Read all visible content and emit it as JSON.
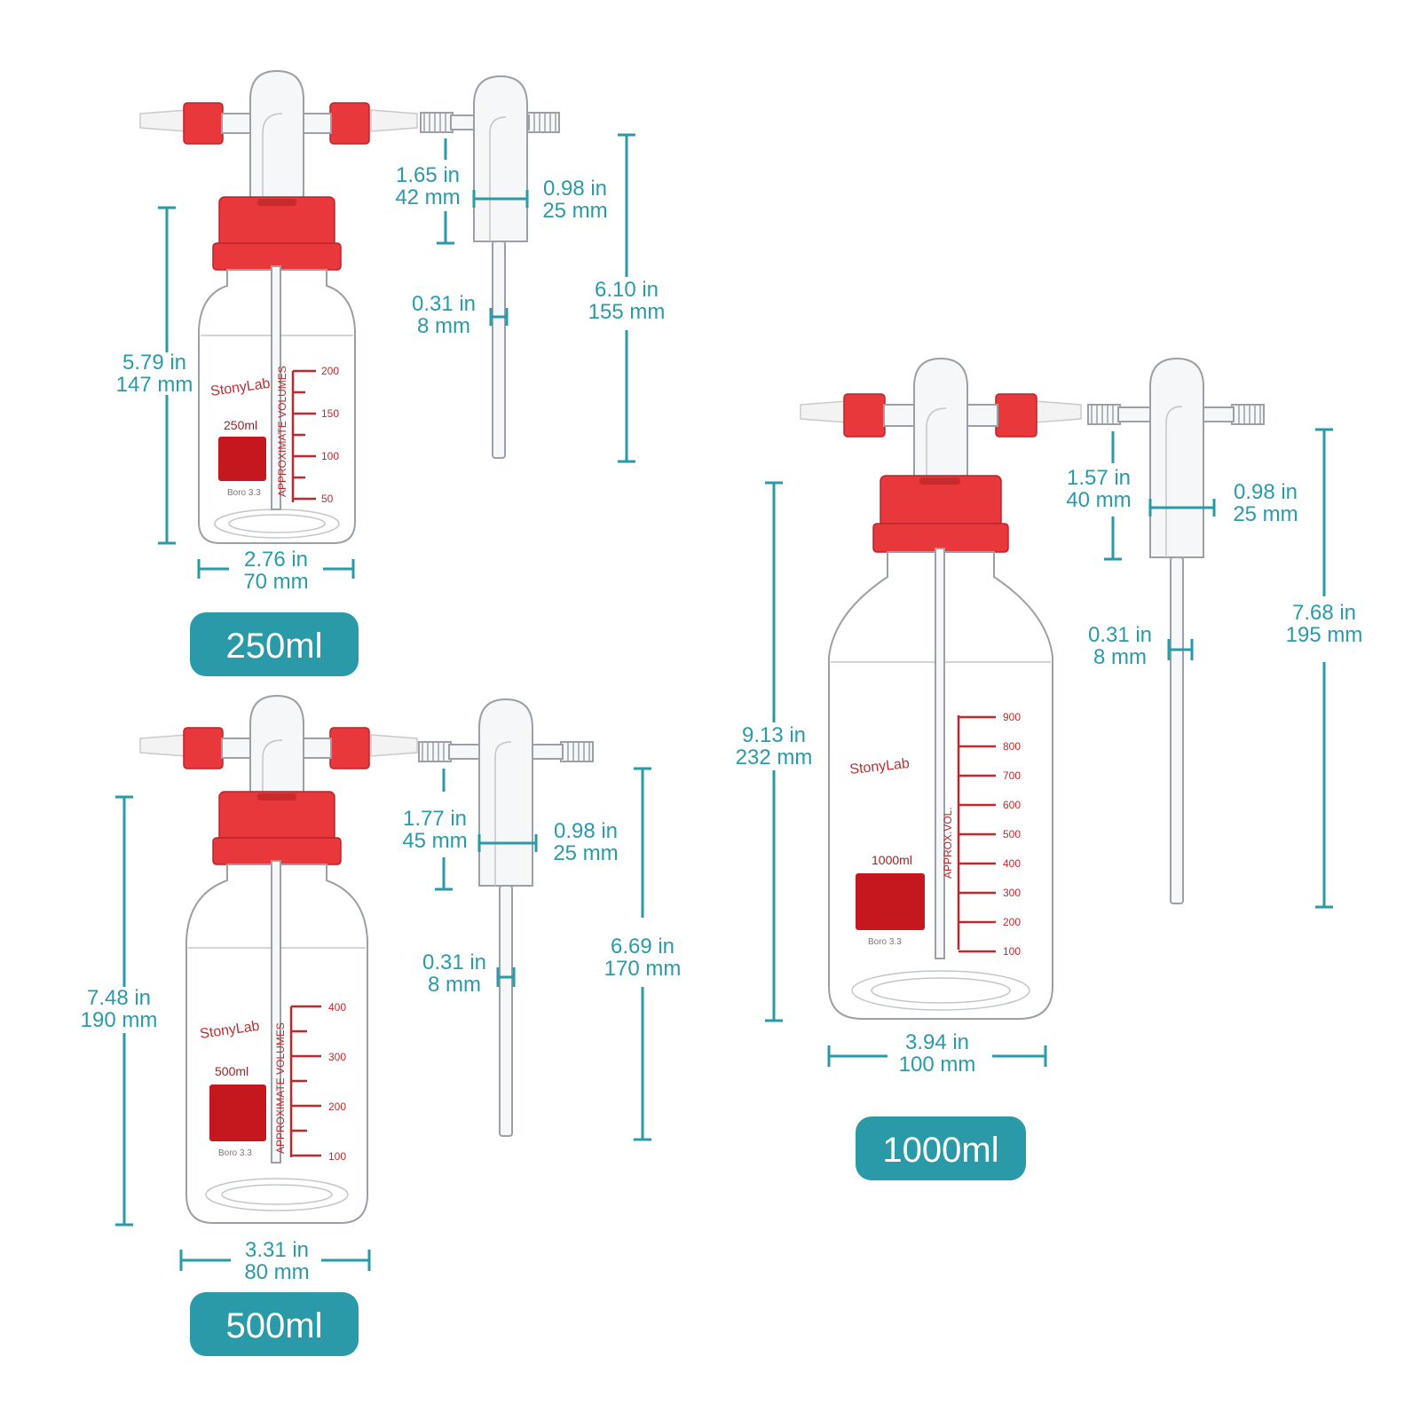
{
  "brand": "StonyLab",
  "glass_mark": "Boro 3.3",
  "approx_volumes": "APPROXIMATE VOLUMES",
  "approx_vol": "APPROX.VOL.",
  "colors": {
    "accent": "#2a9aa8",
    "cap": "#e8383c",
    "marking": "#c0282c"
  },
  "bottles": [
    {
      "badge": "250ml",
      "volume_label": "250ml",
      "graduations": [
        "200",
        "150",
        "100",
        "50"
      ],
      "height": {
        "in": "5.79 in",
        "mm": "147 mm"
      },
      "width": {
        "in": "2.76 in",
        "mm": "70 mm"
      },
      "tube_dims": {
        "head": {
          "in": "1.65 in",
          "mm": "42 mm"
        },
        "outer": {
          "in": "0.98 in",
          "mm": "25 mm"
        },
        "stem": {
          "in": "0.31 in",
          "mm": "8 mm"
        },
        "length": {
          "in": "6.10 in",
          "mm": "155 mm"
        }
      }
    },
    {
      "badge": "500ml",
      "volume_label": "500ml",
      "graduations": [
        "400",
        "300",
        "200",
        "100"
      ],
      "height": {
        "in": "7.48 in",
        "mm": "190 mm"
      },
      "width": {
        "in": "3.31 in",
        "mm": "80 mm"
      },
      "tube_dims": {
        "head": {
          "in": "1.77 in",
          "mm": "45 mm"
        },
        "outer": {
          "in": "0.98 in",
          "mm": "25 mm"
        },
        "stem": {
          "in": "0.31 in",
          "mm": "8 mm"
        },
        "length": {
          "in": "6.69 in",
          "mm": "170 mm"
        }
      }
    },
    {
      "badge": "1000ml",
      "volume_label": "1000ml",
      "graduations": [
        "900",
        "800",
        "700",
        "600",
        "500",
        "400",
        "300",
        "200",
        "100"
      ],
      "height": {
        "in": "9.13 in",
        "mm": "232 mm"
      },
      "width": {
        "in": "3.94 in",
        "mm": "100 mm"
      },
      "tube_dims": {
        "head": {
          "in": "1.57 in",
          "mm": "40 mm"
        },
        "outer": {
          "in": "0.98 in",
          "mm": "25 mm"
        },
        "stem": {
          "in": "0.31 in",
          "mm": "8 mm"
        },
        "length": {
          "in": "7.68 in",
          "mm": "195 mm"
        }
      }
    }
  ]
}
